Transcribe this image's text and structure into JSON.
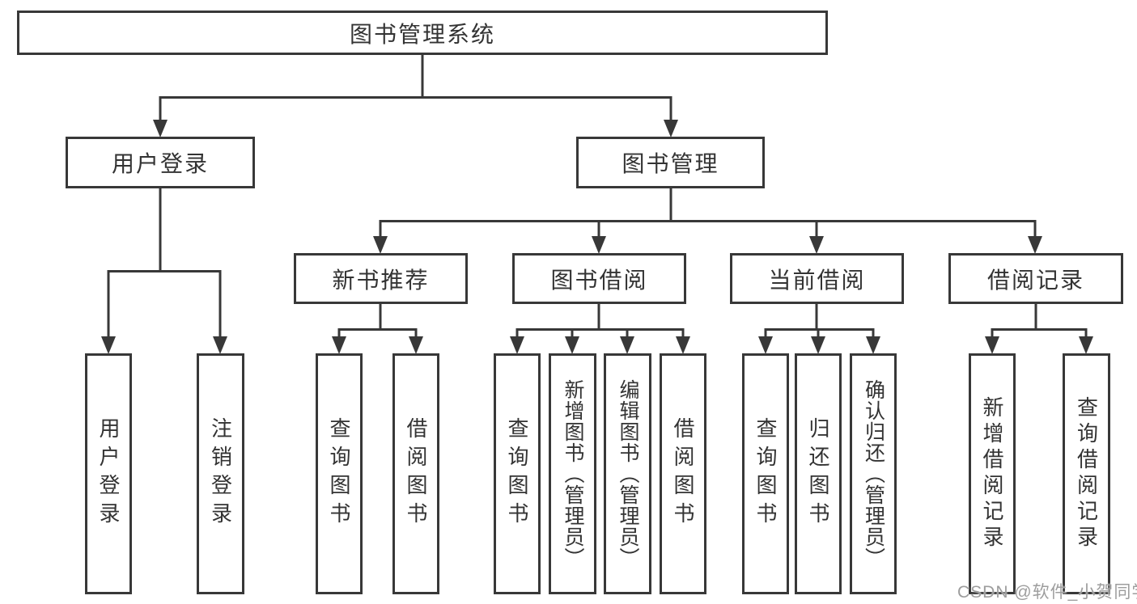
{
  "diagram_title": "图书管理系统",
  "colors": {
    "line": "#383838",
    "box_border": "#383838",
    "text": "#333333",
    "background": "#ffffff",
    "watermark": "#9d9d9d"
  },
  "tree": {
    "label": "图书管理系统",
    "children": [
      {
        "label": "用户登录",
        "children": [
          {
            "label": "用户登录"
          },
          {
            "label": "注销登录"
          }
        ]
      },
      {
        "label": "图书管理",
        "children": [
          {
            "label": "新书推荐",
            "children": [
              {
                "label": "查询图书"
              },
              {
                "label": "借阅图书"
              }
            ]
          },
          {
            "label": "图书借阅",
            "children": [
              {
                "label": "查询图书"
              },
              {
                "label": "新增图书（管理员）"
              },
              {
                "label": "编辑图书（管理员）"
              },
              {
                "label": "借阅图书"
              }
            ]
          },
          {
            "label": "当前借阅",
            "children": [
              {
                "label": "查询图书"
              },
              {
                "label": "归还图书"
              },
              {
                "label": "确认归还（管理员）"
              }
            ]
          },
          {
            "label": "借阅记录",
            "children": [
              {
                "label": "新增借阅记录"
              },
              {
                "label": "查询借阅记录"
              }
            ]
          }
        ]
      }
    ]
  },
  "watermark": "CSDN @软件_小贺同学"
}
